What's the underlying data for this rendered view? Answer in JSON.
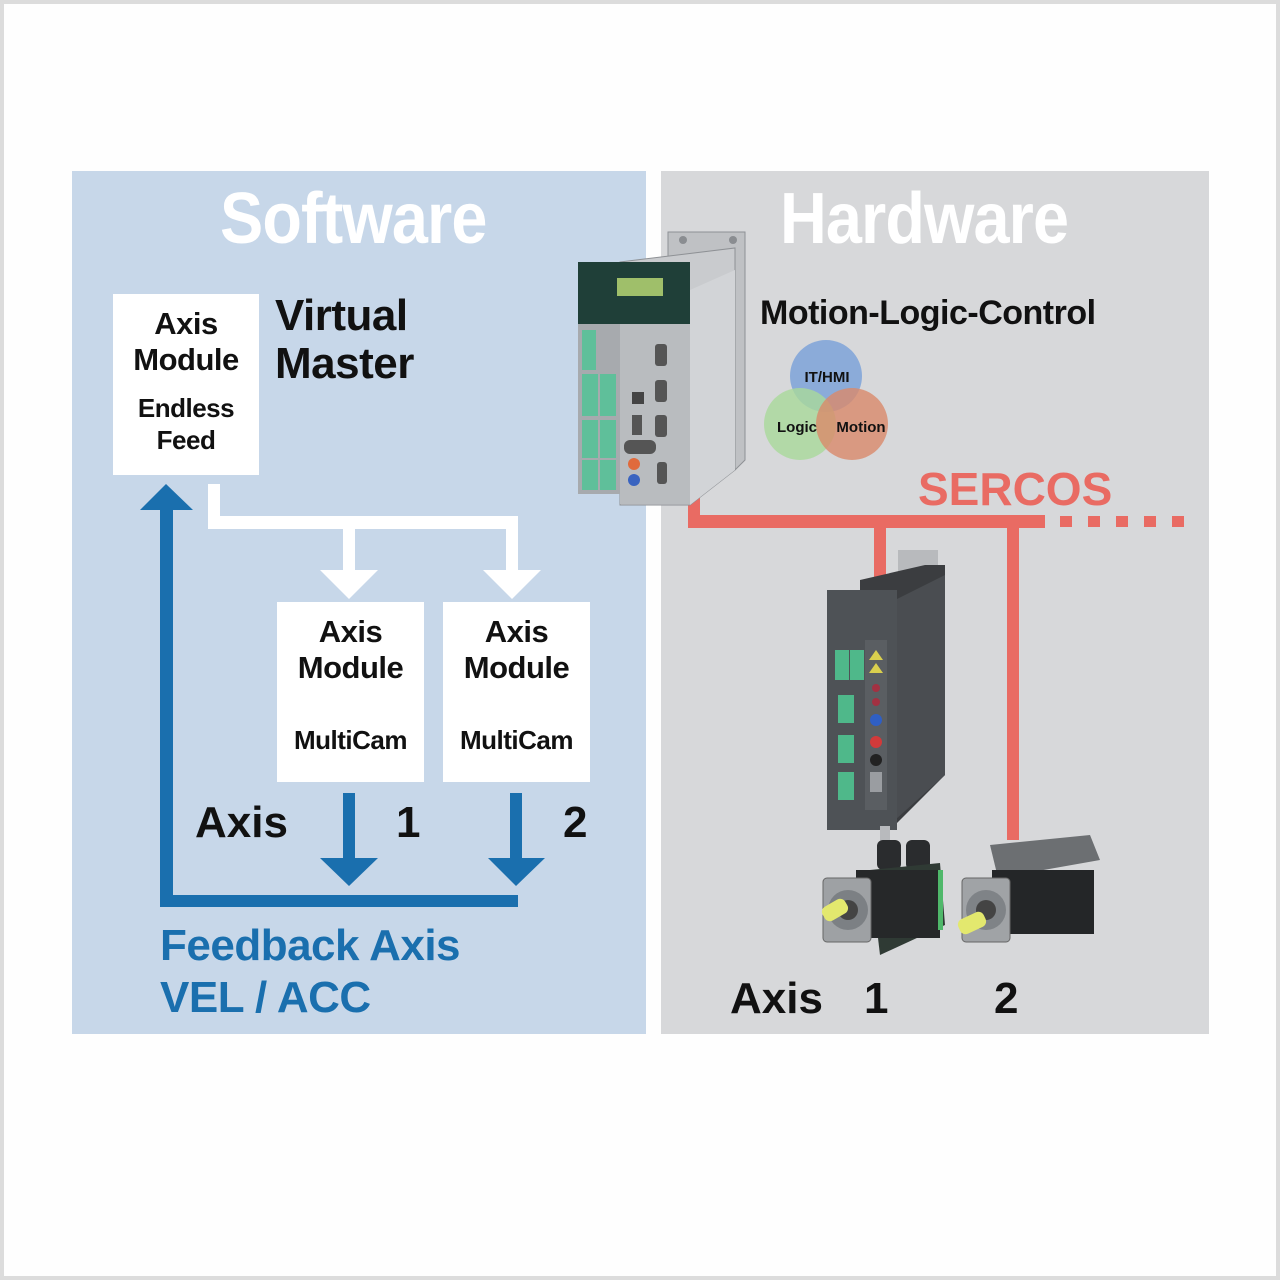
{
  "software": {
    "title": "Software",
    "virtual_master": {
      "label_line1": "Virtual",
      "label_line2": "Master",
      "box": {
        "line1": "Axis",
        "line2": "Module",
        "line3": "Endless",
        "line4": "Feed"
      }
    },
    "modules": [
      {
        "line1": "Axis",
        "line2": "Module",
        "line3": "MultiCam"
      },
      {
        "line1": "Axis",
        "line2": "Module",
        "line3": "MultiCam"
      }
    ],
    "axis_label": "Axis",
    "axis_numbers": [
      "1",
      "2"
    ],
    "feedback": {
      "line1": "Feedback Axis",
      "line2": "VEL / ACC"
    }
  },
  "hardware": {
    "title": "Hardware",
    "controller_label": "Motion-Logic-Control",
    "venn": [
      "IT/HMI",
      "Logic",
      "Motion"
    ],
    "bus_label": "SERCOS",
    "axis_label": "Axis",
    "axis_numbers": [
      "1",
      "2"
    ]
  },
  "colors": {
    "software_bg": "#c7d7e9",
    "hardware_bg": "#d7d8da",
    "feedback_blue": "#1a6fae",
    "sercos_red": "#e96b63",
    "venn_blue": "#7ea3d8",
    "venn_green": "#a9d99a",
    "venn_orange": "#d98a6a"
  }
}
